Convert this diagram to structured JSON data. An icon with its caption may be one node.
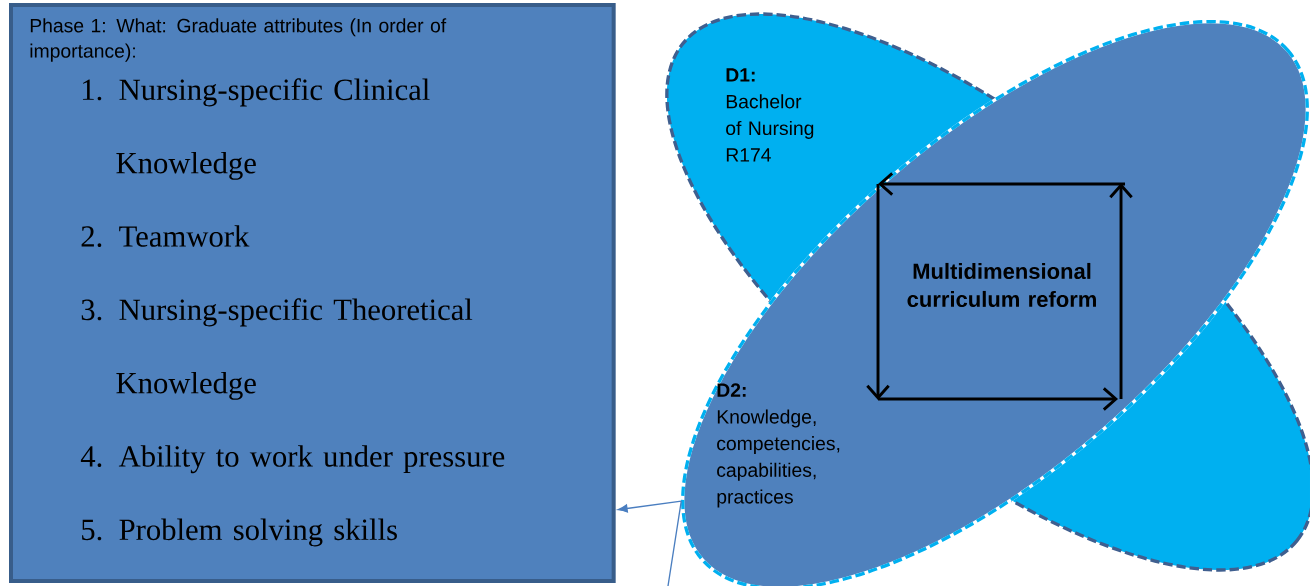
{
  "diagram": {
    "nodes": [
      {
        "text": [
          "Phase 1: What: Graduate attributes (In order of importance):",
          "1. Nursing-specific Clinical Knowledge",
          "2. Teamwork",
          "3. Nursing-specific Theoretical Knowledge",
          "4. Ability to work under pressure",
          "5. Problem solving skills"
        ]
      },
      {
        "text": [
          "D1:",
          "Bachelor of Nursing R174"
        ]
      },
      {
        "text": [
          "D2:",
          "Knowledge, competencies, capabilities, practices"
        ]
      }
    ],
    "edges": [
      {
        "from": 2,
        "to": 0,
        "arrow": "to"
      },
      {
        "from": 2,
        "to": null,
        "arrow": "none"
      }
    ],
    "labels": [
      "Multidimensional curriculum reform"
    ]
  }
}
